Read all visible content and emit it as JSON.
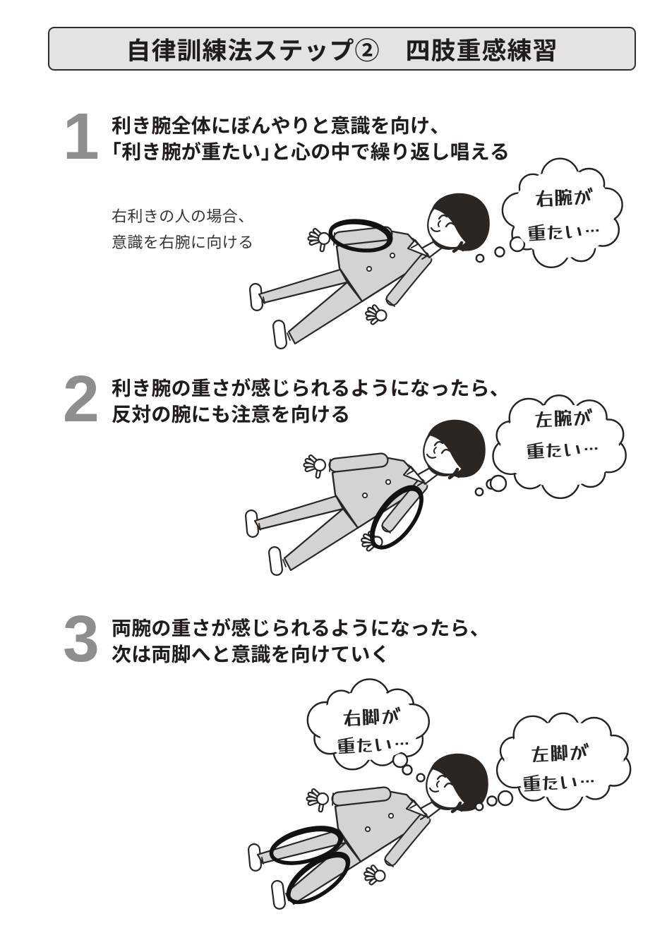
{
  "title": "自律訓練法ステップ②　四肢重感練習",
  "steps": [
    {
      "number": "1",
      "heading_line1": "利き腕全体にぼんやりと意識を向け、",
      "heading_line2": "「利き腕が重たい」と心の中で繰り返し唱える",
      "note_line1": "右利きの人の場合、",
      "note_line2": "意識を右腕に向ける",
      "bubbles": [
        {
          "line1": "右腕が",
          "line2": "重たい…"
        }
      ],
      "illustration": "person lying on back, dominant (right) arm circled"
    },
    {
      "number": "2",
      "heading_line1": "利き腕の重さが感じられるようになったら、",
      "heading_line2": "反対の腕にも注意を向ける",
      "bubbles": [
        {
          "line1": "左腕が",
          "line2": "重たい…"
        }
      ],
      "illustration": "person lying on back, opposite (left) arm circled"
    },
    {
      "number": "3",
      "heading_line1": "両腕の重さが感じられるようになったら、",
      "heading_line2": "次は両脚へと意識を向けていく",
      "bubbles": [
        {
          "line1": "右脚が",
          "line2": "重たい…"
        },
        {
          "line1": "左脚が",
          "line2": "重たい…"
        }
      ],
      "illustration": "person lying on back, both legs circled"
    }
  ],
  "colors": {
    "background": "#ffffff",
    "title_box_fill": "#e4e3e1",
    "title_box_border": "#332d2a",
    "step_number": "#8e8e8e",
    "heading_text": "#211c19",
    "note_text": "#3a332f",
    "illustration_ink": "#2b2622",
    "clothing_fill": "#d4d3d1",
    "highlight_ellipse": "#141210"
  }
}
